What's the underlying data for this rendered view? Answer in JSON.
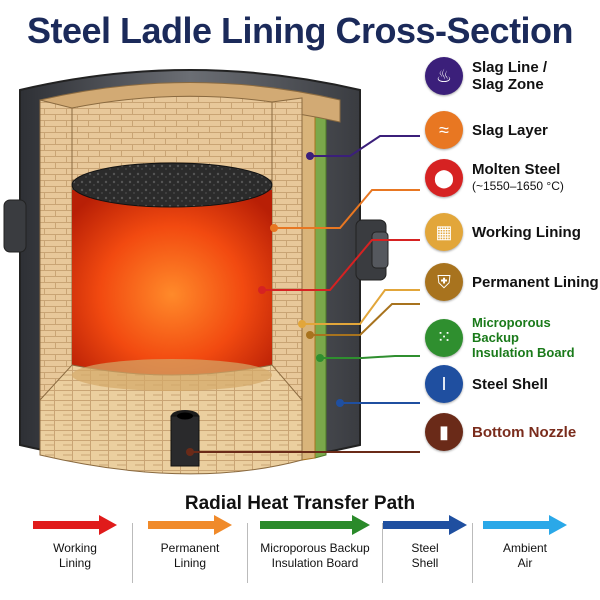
{
  "title": "Steel Ladle Lining Cross-Section",
  "callouts": [
    {
      "line1": "Slag Line /",
      "line2": "Slag Zone",
      "sub": "",
      "color": "#3b1f7a",
      "icon": "slag-line-icon",
      "glyph": "♨"
    },
    {
      "line1": "Slag Layer",
      "line2": "",
      "sub": "",
      "color": "#e87722",
      "icon": "waves-icon",
      "glyph": "≈"
    },
    {
      "line1": "Molten Steel",
      "line2": "",
      "sub": "(~1550–1650 °C)",
      "color": "#d62222",
      "icon": "ladle-pour-icon",
      "glyph": "⬤"
    },
    {
      "line1": "Working Lining",
      "line2": "",
      "sub": "",
      "color": "#e2a63a",
      "icon": "brick-icon",
      "glyph": "▦"
    },
    {
      "line1": "Permanent Lining",
      "line2": "",
      "sub": "",
      "color": "#a8731e",
      "icon": "shield-icon",
      "glyph": "⛨"
    },
    {
      "line1": "Microporous Backup",
      "line2": "Insulation Board",
      "sub": "",
      "color": "#2f8f2f",
      "icon": "dots-grid-icon",
      "glyph": "⁙"
    },
    {
      "line1": "Steel Shell",
      "line2": "",
      "sub": "",
      "color": "#1f4fa0",
      "icon": "i-beam-icon",
      "glyph": "I"
    },
    {
      "line1": "Bottom Nozzle",
      "line2": "",
      "sub": "",
      "color": "#6a2a18",
      "icon": "nozzle-icon",
      "glyph": "▮"
    }
  ],
  "heat_path": {
    "title": "Radial Heat Transfer Path",
    "steps": [
      {
        "line1": "Working",
        "line2": "Lining",
        "color": "#e01b1b"
      },
      {
        "line1": "Permanent",
        "line2": "Lining",
        "color": "#f08a2a"
      },
      {
        "line1": "Microporous Backup",
        "line2": "Insulation Board",
        "color": "#2a8a2a"
      },
      {
        "line1": "Steel",
        "line2": "Shell",
        "color": "#1f4fa0"
      },
      {
        "line1": "Ambient",
        "line2": "Air",
        "color": "#2aa8e8"
      }
    ]
  }
}
